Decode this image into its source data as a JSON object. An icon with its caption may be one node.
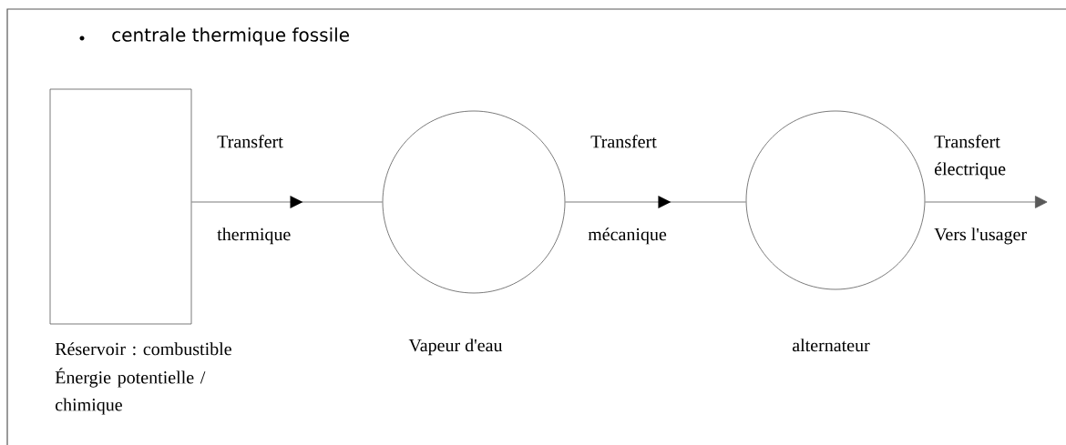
{
  "diagram": {
    "title": "centrale thermique fossile",
    "nodes": [
      {
        "text": [],
        "shape": "box",
        "beside": [
          "Réservoir : combustible",
          "Énergie potentielle / chimique"
        ]
      },
      {
        "text": [],
        "shape": "circle",
        "beside": [
          "Vapeur d'eau"
        ]
      },
      {
        "text": [],
        "shape": "circle",
        "beside": [
          "alternateur"
        ]
      }
    ],
    "edges": [
      {
        "from": 0,
        "to": 1,
        "arrow": "to",
        "label": "Transfert"
      },
      {
        "from": 1,
        "to": 2,
        "arrow": "to",
        "label": "Transfert"
      },
      {
        "from": 2,
        "to": null,
        "arrow": "to",
        "label": "Transfert électrique"
      }
    ],
    "labels": [
      "thermique",
      "mécanique",
      "Vers l'usager"
    ]
  }
}
